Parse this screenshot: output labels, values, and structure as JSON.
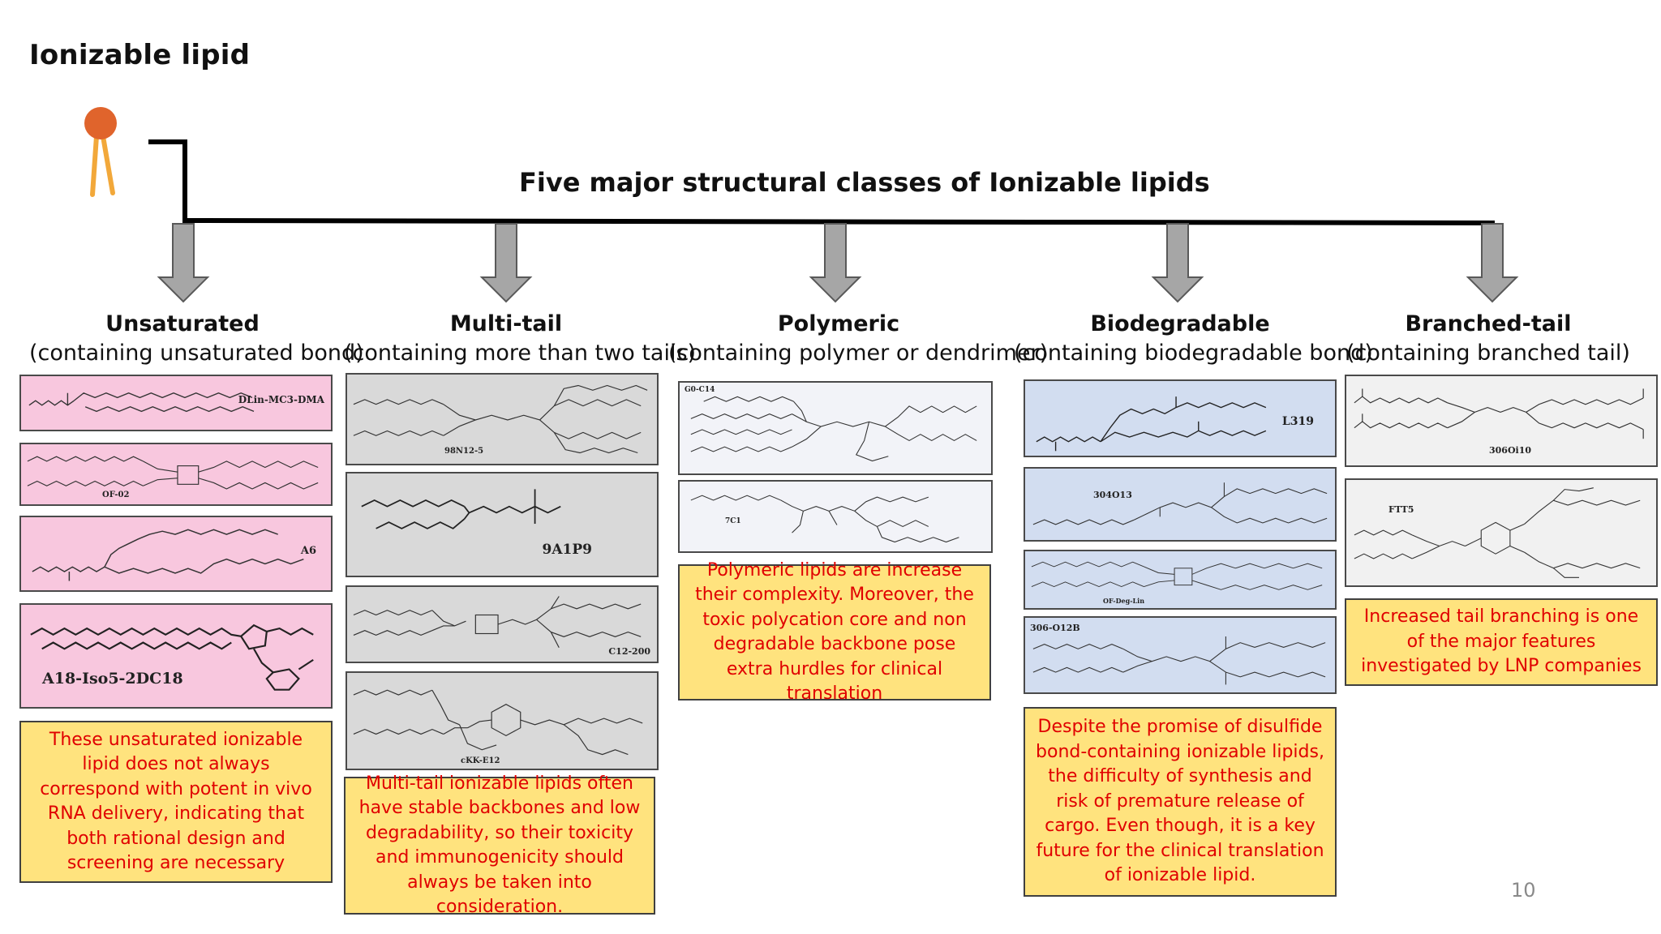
{
  "slide": {
    "title": "Ionizable lipid",
    "page_number": "10"
  },
  "diagram": {
    "title": "Five major structural classes of Ionizable lipids"
  },
  "columns": [
    {
      "name": "Unsaturated",
      "subtitle": "(containing unsaturated bond)",
      "structures": [
        "DLin-MC3-DMA",
        "OF-02",
        "A6",
        "A18-Iso5-2DC18"
      ],
      "note": "These unsaturated ionizable lipid does not always correspond with potent in vivo RNA delivery, indicating that both rational design and screening are necessary"
    },
    {
      "name": "Multi-tail",
      "subtitle": "(containing more than two tails)",
      "structures": [
        "98N12-5",
        "9A1P9",
        "C12-200",
        "cKK-E12"
      ],
      "note": "Multi-tail ionizable lipids often have stable backbones and low degradability, so their toxicity and immunogenicity should always be taken into consideration."
    },
    {
      "name": "Polymeric",
      "subtitle": "(containing polymer or dendrimer)",
      "structures": [
        "G0-C14",
        "7C1"
      ],
      "note": "Polymeric lipids are increase their complexity. Moreover, the toxic polycation core and non degradable backbone pose extra hurdles for clinical translation"
    },
    {
      "name": "Biodegradable",
      "subtitle": "(containing biodegradable bond)",
      "structures": [
        "L319",
        "304O13",
        "OF-Deg-Lin",
        "306-O12B"
      ],
      "note": "Despite the promise of disulfide bond-containing ionizable lipids, the difficulty of synthesis and risk of premature release of cargo. Even though, it is a key future for the clinical translation of ionizable lipid."
    },
    {
      "name": "Branched-tail",
      "subtitle": "(containing branched tail)",
      "structures": [
        "306Oi10",
        "FTT5"
      ],
      "note": "Increased tail branching is one of the major features investigated by LNP companies"
    }
  ],
  "colors": {
    "lipid_head": "#e0642c",
    "lipid_tail": "#f2a83a",
    "arrow_fill": "#a6a6a6",
    "note_bg": "#ffe37e",
    "note_text": "#e00000",
    "unsaturated_bg": "#f8c7de",
    "multitail_bg": "#d9d9d9",
    "polymeric_bg": "#f2f3f8",
    "biodegradable_bg": "#d2ddf0",
    "branched_bg": "#f1f1f1"
  }
}
